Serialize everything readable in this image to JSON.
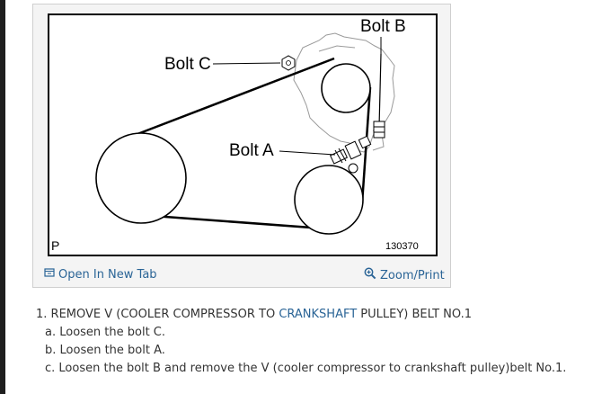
{
  "figure": {
    "labels": {
      "bolt_a": "Bolt A",
      "bolt_b": "Bolt B",
      "bolt_c": "Bolt C"
    },
    "corner_label": "P",
    "figure_number": "130370"
  },
  "toolbar": {
    "open_new_tab": "Open In New Tab",
    "zoom_print": "Zoom/Print"
  },
  "steps": {
    "step1_prefix": "1. REMOVE V (COOLER COMPRESSOR TO ",
    "step1_link": "CRANKSHAFT",
    "step1_suffix": " PULLEY) BELT NO.1",
    "a": "a. Loosen the bolt C.",
    "b": "b. Loosen the bolt A.",
    "c": "c. Loosen the bolt B and remove the V (cooler compressor to crankshaft pulley)belt No.1."
  },
  "colors": {
    "link": "#2a6496",
    "text": "#333333"
  },
  "icons": {
    "open_new_tab": "open-new-tab-icon",
    "zoom": "zoom-in-icon"
  }
}
